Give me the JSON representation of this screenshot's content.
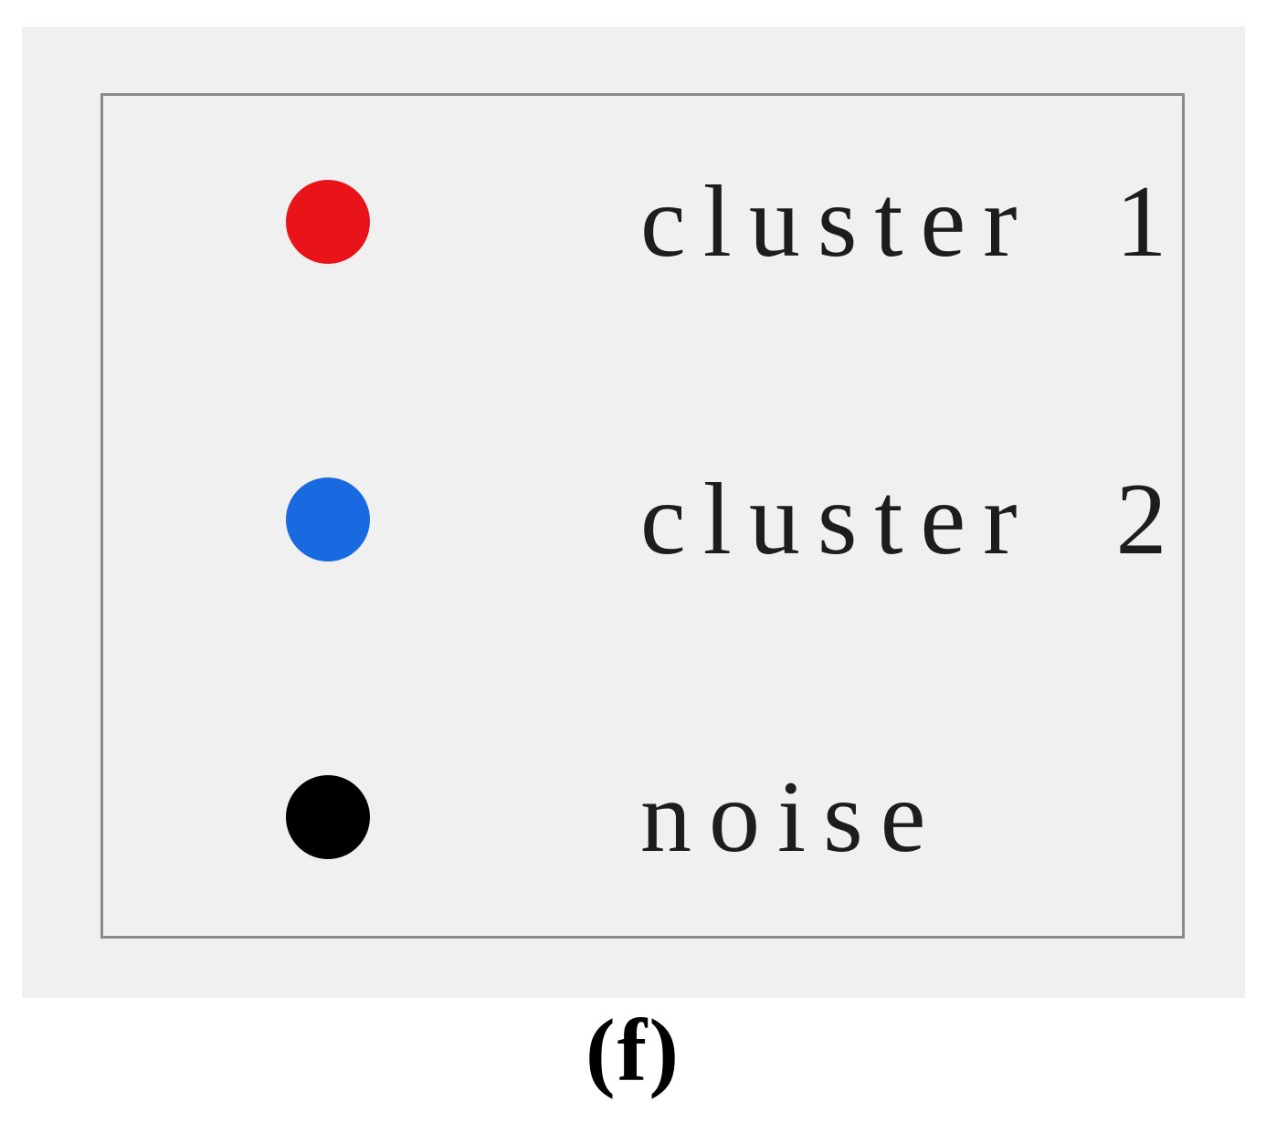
{
  "chart_data": {
    "type": "scatter",
    "legend_only": true,
    "legend": [
      "cluster 1",
      "cluster 2",
      "noise"
    ],
    "legend_marker": "circle",
    "legend_colors": [
      "#e8141a",
      "#1969e0",
      "#000000"
    ],
    "legend_position": "standalone panel",
    "caption": "(f)"
  },
  "legend": {
    "items": [
      {
        "label": "cluster 1",
        "color": "#e8141a",
        "marker": "red-circle"
      },
      {
        "label": "cluster 2",
        "color": "#1969e0",
        "marker": "blue-circle"
      },
      {
        "label": "noise",
        "color": "#000000",
        "marker": "black-circle"
      }
    ]
  },
  "caption": {
    "label": "(f)"
  },
  "colors": {
    "page_bg": "#ffffff",
    "panel_bg": "#f0f0f0",
    "legend_box_bg": "#f0f0f0",
    "legend_box_border": "#8a8a8a",
    "label_text": "#1d1d1d"
  }
}
